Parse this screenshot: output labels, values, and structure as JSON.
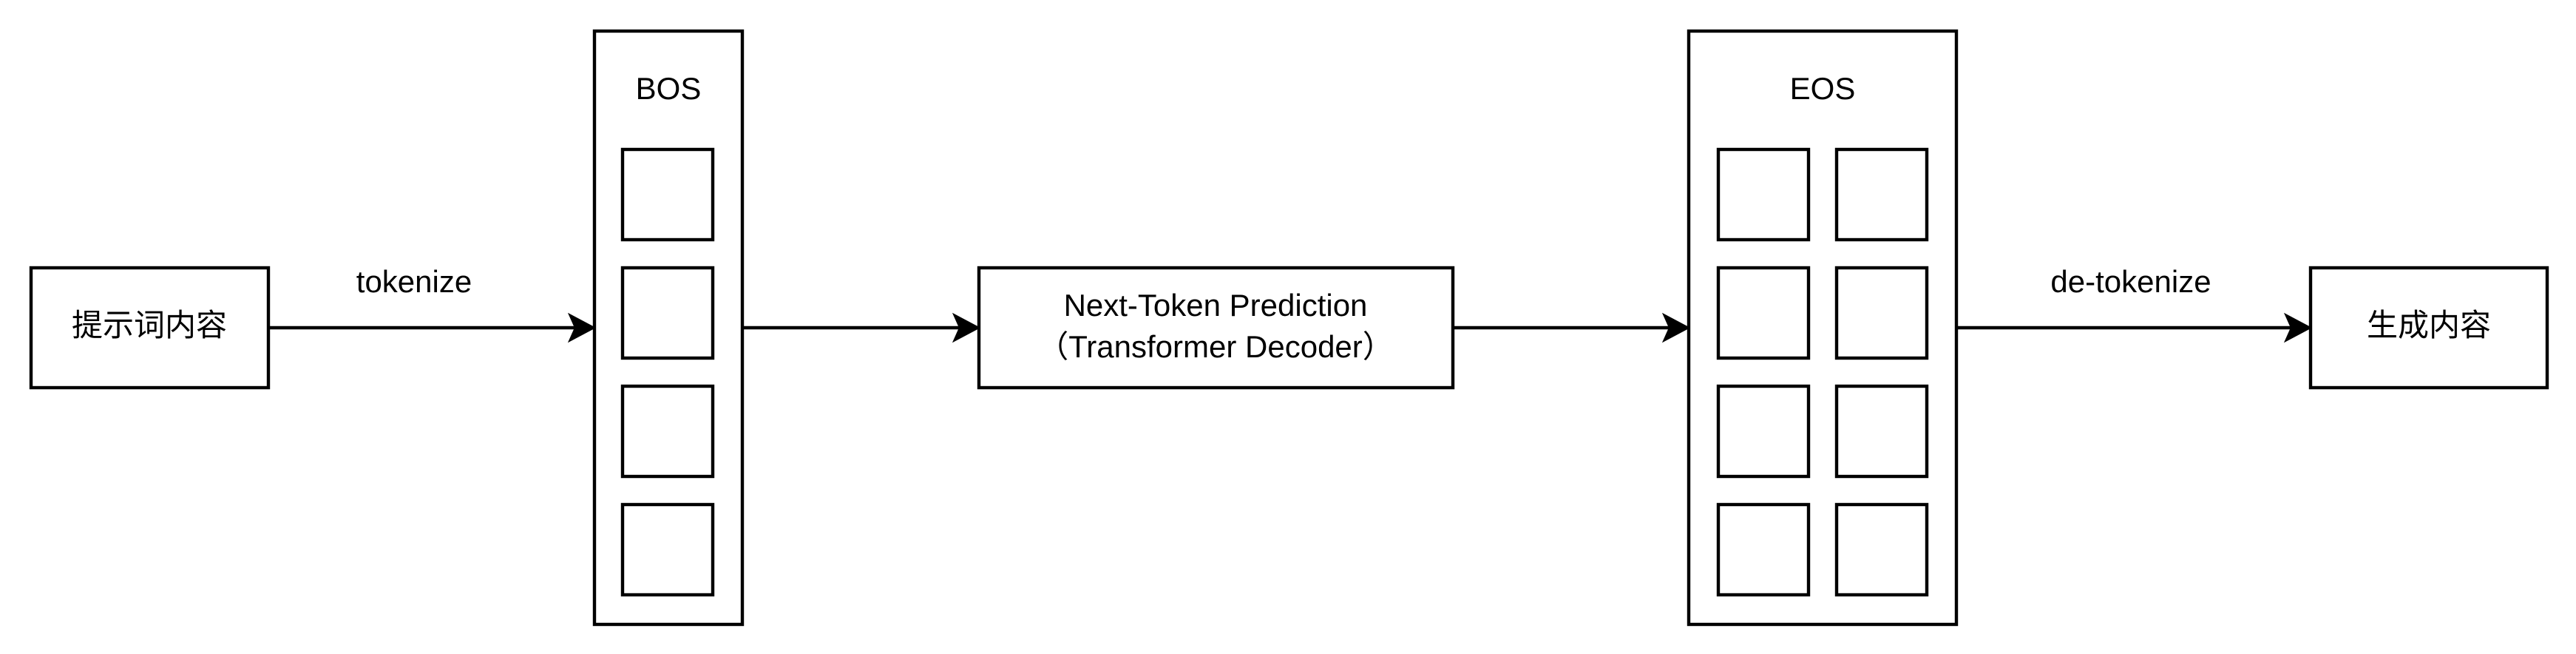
{
  "nodes": {
    "prompt": "提示词内容",
    "bos": "BOS",
    "model_line1": "Next-Token Prediction",
    "model_line2": "（Transformer Decoder）",
    "eos": "EOS",
    "output": "生成内容"
  },
  "edges": {
    "tokenize": "tokenize",
    "detokenize": "de-tokenize"
  },
  "token_counts": {
    "input": 4,
    "output": 8
  }
}
